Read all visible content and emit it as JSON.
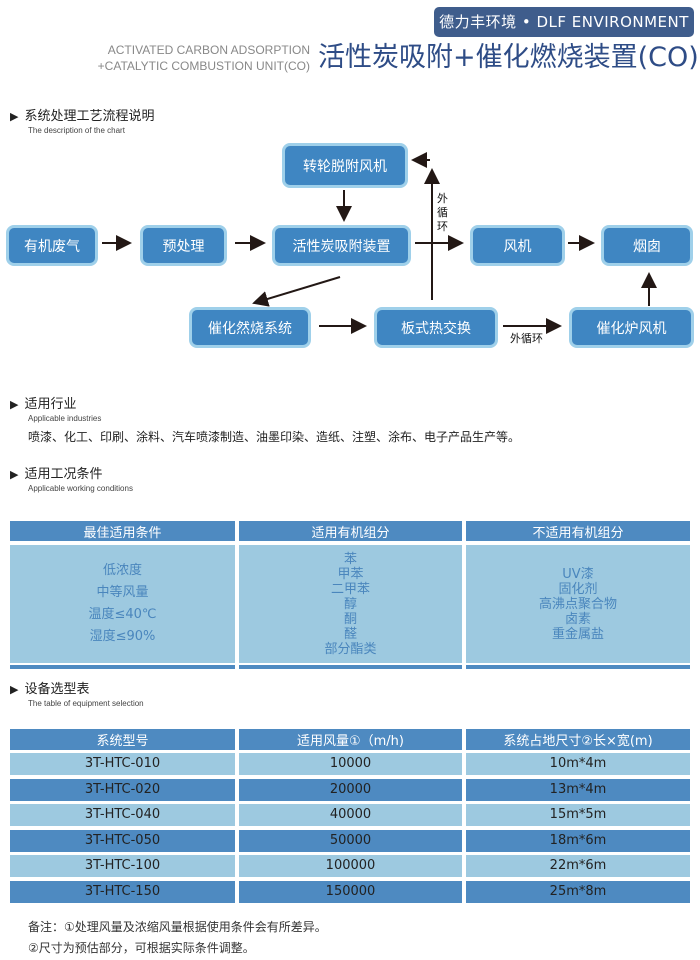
{
  "header": {
    "brand": "德力丰环境 • DLF  ENVIRONMENT",
    "title_en_1": "ACTIVATED CARBON ADSORPTION",
    "title_en_2": "+CATALYTIC COMBUSTION UNIT(CO)",
    "title_cn": "活性炭吸附+催化燃烧装置(CO)"
  },
  "sections": {
    "flow": {
      "title": "系统处理工艺流程说明",
      "subtitle": "The description of the chart"
    },
    "industry": {
      "title": "适用行业",
      "subtitle": "Applicable industries",
      "text": "喷漆、化工、印刷、涂料、汽车喷漆制造、油墨印染、造纸、注塑、涂布、电子产品生产等。"
    },
    "conditions": {
      "title": "适用工况条件",
      "subtitle": "Applicable working conditions"
    },
    "selection": {
      "title": "设备选型表",
      "subtitle": "The table of equipment selection"
    }
  },
  "flow": {
    "nodes": {
      "desorb_fan": "转轮脱附风机",
      "waste_gas": "有机废气",
      "pretreat": "预处理",
      "adsorber": "活性炭吸附装置",
      "fan": "风机",
      "chimney": "烟囱",
      "catalytic": "催化然烧系统",
      "heat_ex": "板式热交换",
      "cat_fan": "催化炉风机"
    },
    "loop_vertical": "外\n循\n环",
    "loop_horizontal": "外循环"
  },
  "conditions_table": {
    "headers": [
      "最佳适用条件",
      "适用有机组分",
      "不适用有机组分"
    ],
    "best": [
      "低浓度",
      "中等风量",
      "温度≤40℃",
      "湿度≤90%"
    ],
    "suitable": [
      "苯",
      "甲苯",
      "二甲苯",
      "醇",
      "酮",
      "醛",
      "部分酯类"
    ],
    "unsuitable": [
      "UV漆",
      "固化剂",
      "高沸点聚合物",
      "卤素",
      "重金属盐"
    ]
  },
  "selection_table": {
    "headers": [
      "系统型号",
      "适用风量①（m/h)",
      "系统占地尺寸②长×宽(m)"
    ],
    "rows": [
      [
        "3T-HTC-010",
        "10000",
        "10m*4m"
      ],
      [
        "3T-HTC-020",
        "20000",
        "13m*4m"
      ],
      [
        "3T-HTC-040",
        "40000",
        "15m*5m"
      ],
      [
        "3T-HTC-050",
        "50000",
        "18m*6m"
      ],
      [
        "3T-HTC-100",
        "100000",
        "22m*6m"
      ],
      [
        "3T-HTC-150",
        "150000",
        "25m*8m"
      ]
    ]
  },
  "notes": [
    "备注：①处理风量及浓缩风量根据使用条件会有所差异。",
    "②尺寸为预估部分，可根据实际条件调整。"
  ]
}
